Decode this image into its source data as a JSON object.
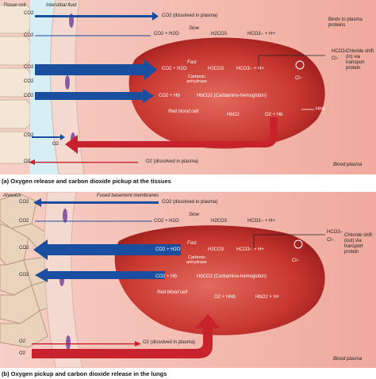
{
  "colors": {
    "plasma_bg": "#f2b8ad",
    "rbc": "#c0302c",
    "rbc_light": "#e06a5c",
    "blue_arrow": "#1a4fa0",
    "red_arrow": "#c8232c",
    "interstitial": "#d7eef5",
    "tissue_cell": "#f3e6d4",
    "alveolus": "#e9d3bd"
  },
  "panel_a": {
    "caption_letter": "(a)",
    "caption": "Oxygen release and carbon dioxide pickup at the tissues",
    "tissue_cell": "Tissue cell",
    "interstitial_fluid": "Interstitial fluid",
    "co2_1": "CO2",
    "co2_dissolved": "CO2 (dissolved in plasma)",
    "co2_2": "CO2",
    "slow_eq": "CO2 + H2O",
    "slow": "Slow",
    "slow_h2co3": "H2CO3",
    "slow_hco3": "HCO3− + H+",
    "binds": "Binds to plasma proteins",
    "co2_3": "CO2",
    "fast_eq": "CO2 + H2O",
    "fast": "Fast",
    "fast_h2co3": "H2CO3",
    "fast_hco3": "HCO3− + H+",
    "carbonic": "Carbonic anhydrase",
    "hco3_out": "HCO3−",
    "cl_in": "Cl−",
    "cl_inside": "Cl−",
    "chloride_shift": "Chloride shift (in) via transport protein",
    "co2_4": "CO2",
    "co2_5": "CO2",
    "carb_eq": "CO2 + Hb",
    "hbco2": "HbCO2 (Carbamino-hemoglobin)",
    "hhb": "HHb",
    "rbc_label": "Red blood cell",
    "hbo2": "HbO2",
    "o2_hb": "O2 + Hb",
    "co2_6": "CO2",
    "o2_tissue": "O2",
    "o2_dissolved": "O2 (dissolved in plasma)",
    "o2_7": "O2",
    "blood_plasma": "Blood plasma"
  },
  "panel_b": {
    "caption_letter": "(b)",
    "caption": "Oxygen pickup and carbon dioxide release in the lungs",
    "alveolus": "Alveolus",
    "fused": "Fused basement membranes",
    "co2_1": "CO2",
    "co2_dissolved": "CO2 (dissolved in plasma)",
    "co2_2": "CO2",
    "slow_eq": "CO2 + H2O",
    "slow": "Slow",
    "slow_h2co3": "H2CO3",
    "slow_hco3": "HCO3− + H+",
    "hco3_in": "HCO3−",
    "cl_out": "Cl−",
    "chloride_shift": "Chloride shift (out) via transport protein",
    "co2_3": "CO2",
    "fast_eq": "CO2 + H2O",
    "fast": "Fast",
    "fast_h2co3": "H2CO3",
    "fast_hco3": "HCO3− + H+",
    "carbonic": "Carbonic anhydrase",
    "cl_inside": "Cl−",
    "co2_4": "CO2",
    "carb_eq": "CO2 + Hb",
    "hbco2": "HbCO2 (Carbamino-hemoglobin)",
    "rbc_label": "Red blood cell",
    "o2_hhb": "O2 + HHb",
    "hbo2_h": "HbO2 + H+",
    "o2_a": "O2",
    "o2_dissolved": "O2 (dissolved in plasma)",
    "o2_b": "O2",
    "blood_plasma": "Blood plasma"
  }
}
